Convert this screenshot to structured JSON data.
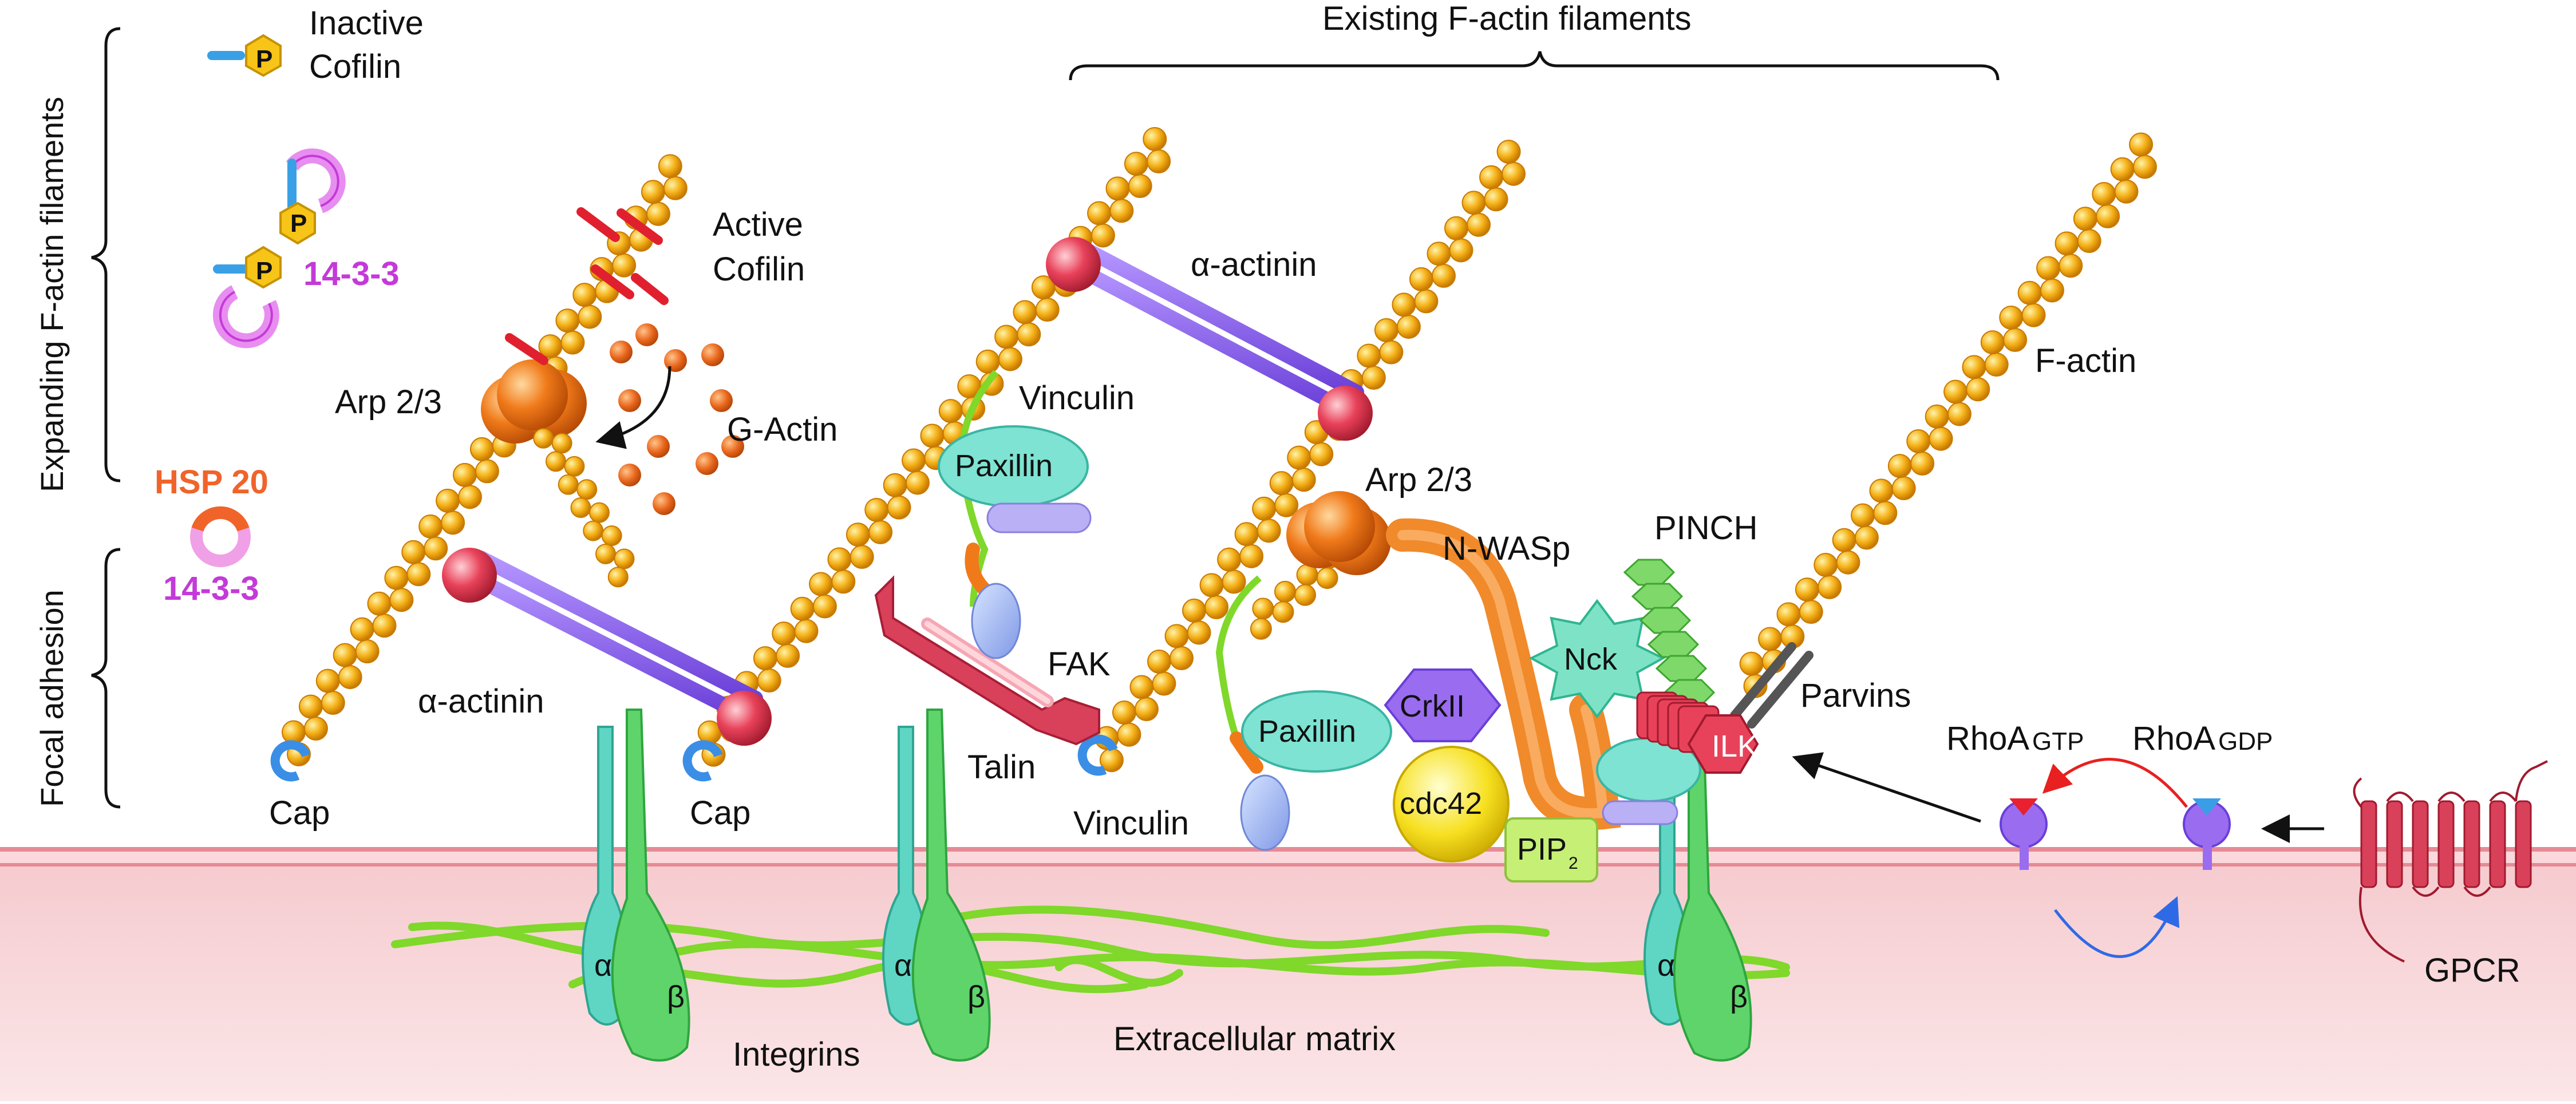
{
  "colors": {
    "actin": "#f2a813",
    "actin_stroke": "#c77a00",
    "arp": "#f07a1a",
    "actinin_bar": "#8a5cf0",
    "actinin_head": "#e8425a",
    "paxillin": "#7ee3d2",
    "vinculin_stem": "#7fd82a",
    "integrin_alpha": "#5fd6c4",
    "integrin_beta": "#5ed46a",
    "membrane": "#f3c1c6",
    "cytosol_bottom": "#fbe4e6",
    "ecm": "#7fd82a",
    "fourteen33": "#c33ad8",
    "hsp20": "#f0642a",
    "talin": "#d9405a",
    "cap": "#3a8ee6",
    "crkii": "#9a6cf0",
    "cdc42": "#f7e020",
    "pip2": "#c6ef76",
    "nwasp": "#f08a2a",
    "nck": "#7ee3c6",
    "pinch": "#7ed86a",
    "ilk": "#e8425a",
    "gpcr": "#d9405a",
    "rho": "#8a5cf0"
  },
  "icons": [
    "phosphate-hexagon-icon",
    "actin-filament-icon",
    "integrin-icon",
    "gpcr-icon"
  ],
  "side_labels": {
    "top": "Expanding F-actin filaments",
    "bottom": "Focal adhesion"
  },
  "legend": {
    "inactive_cofilin": [
      "Inactive",
      "Cofilin"
    ],
    "p": "P",
    "fourteen33": "14-3-3",
    "hsp20": "HSP 20",
    "fourteen33_b": "14-3-3"
  },
  "labels": {
    "existing_filaments": "Existing F-actin filaments",
    "active_cofilin": [
      "Active",
      "Cofilin"
    ],
    "arp23_left": "Arp 2/3",
    "g_actin": "G-Actin",
    "alpha_actinin_left": "α-actinin",
    "cap_left": "Cap",
    "cap_mid": "Cap",
    "vinculin_top": "Vinculin",
    "paxillin_top": "Paxillin",
    "alpha_actinin_top": "α-actinin",
    "talin": "Talin",
    "fak": "FAK",
    "vinculin_bottom": "Vinculin",
    "arp23_right": "Arp 2/3",
    "n_wasp": "N-WASp",
    "pinch": "PINCH",
    "nck": "Nck",
    "paxillin_bottom": "Paxillin",
    "crkii": "CrkII",
    "cdc42": "cdc42",
    "pip2": "PIP",
    "pip2_sub": "2",
    "ilk": "ILK",
    "parvins": "Parvins",
    "f_actin": "F-actin",
    "rhoa_gtp": "RhoA",
    "rhoa_gtp_sub": "GTP",
    "rhoa_gdp": "RhoA",
    "rhoa_gdp_sub": "GDP",
    "gpcr": "GPCR",
    "integrins": "Integrins",
    "ecm": "Extracellular matrix",
    "alpha1": "α",
    "beta1": "β",
    "alpha2": "α",
    "beta2": "β",
    "alpha3": "α",
    "beta3": "β"
  }
}
